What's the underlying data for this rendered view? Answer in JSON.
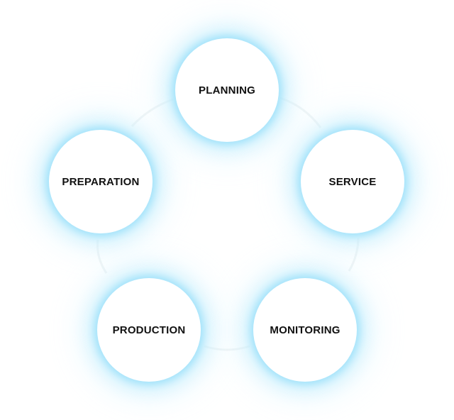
{
  "diagram": {
    "type": "cycle",
    "nodes": [
      {
        "id": "planning",
        "label": "PLANNING"
      },
      {
        "id": "service",
        "label": "SERVICE"
      },
      {
        "id": "monitoring",
        "label": "MONITORING"
      },
      {
        "id": "production",
        "label": "PRODUCTION"
      },
      {
        "id": "preparation",
        "label": "PREPARATION"
      }
    ],
    "edges": [
      {
        "from": "planning",
        "to": "service"
      },
      {
        "from": "service",
        "to": "monitoring"
      },
      {
        "from": "monitoring",
        "to": "production"
      },
      {
        "from": "production",
        "to": "preparation"
      },
      {
        "from": "preparation",
        "to": "planning"
      }
    ],
    "colors": {
      "node_fill": "#ffffff",
      "glow": "#a0e2fa",
      "label": "#111111",
      "connector": "#f1f5f6"
    }
  }
}
